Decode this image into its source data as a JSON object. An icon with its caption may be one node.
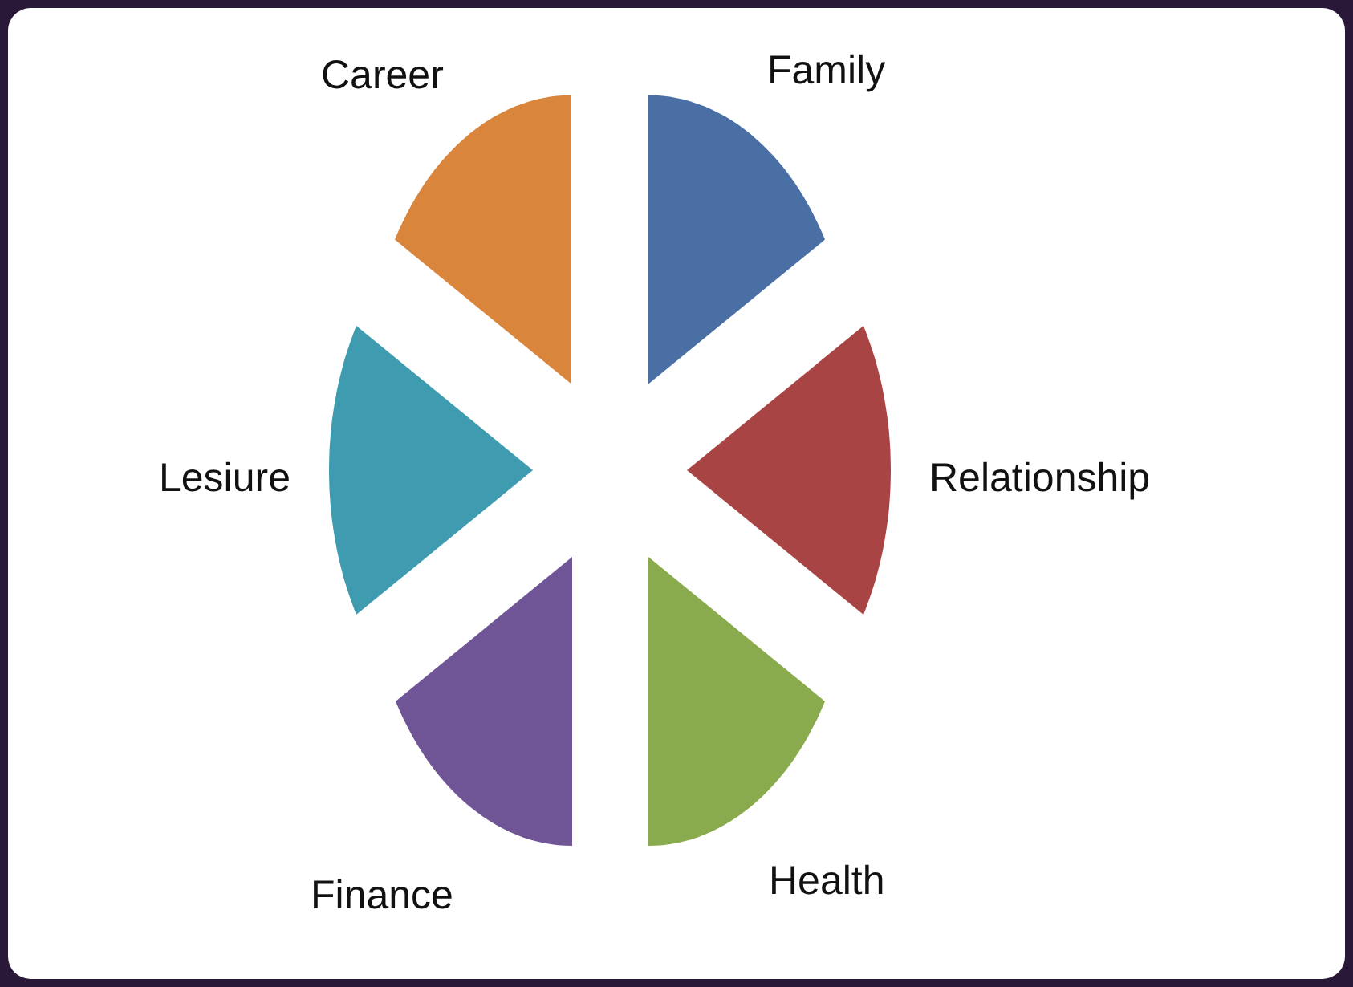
{
  "diagram": {
    "nodes": [
      {
        "text": [
          "Career"
        ]
      },
      {
        "text": [
          "Family"
        ]
      },
      {
        "text": [
          "Lesiure"
        ]
      },
      {
        "text": [
          "Relationship"
        ]
      },
      {
        "text": [
          "Finance"
        ]
      },
      {
        "text": [
          "Health"
        ]
      }
    ]
  }
}
